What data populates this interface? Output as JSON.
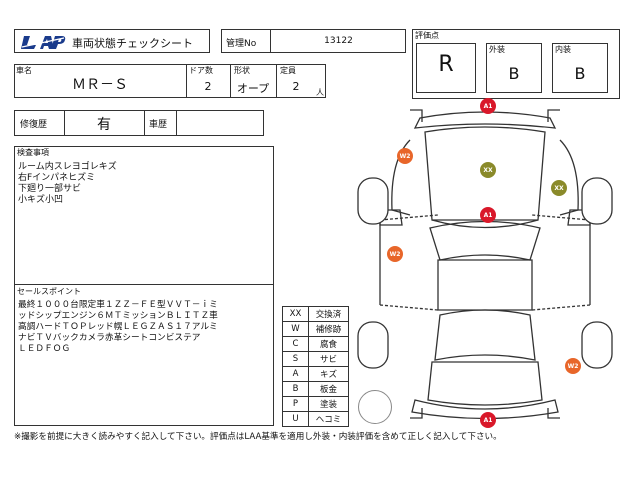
{
  "header": {
    "logo_text": "LAA",
    "sheet_title": "車両状態チェックシート",
    "management_label": "管理No",
    "management_no": "13122"
  },
  "grade": {
    "overall_label": "評価点",
    "overall_value": "R",
    "exterior_label": "外装",
    "exterior_value": "B",
    "interior_label": "内装",
    "interior_value": "B"
  },
  "vehicle": {
    "name_label": "車名",
    "name_value": "ＭＲ－Ｓ",
    "doors_label": "ドア数",
    "doors_value": "2",
    "shape_label": "形状",
    "shape_value": "オープ",
    "capacity_label": "定員",
    "capacity_value": "2",
    "capacity_unit": "人"
  },
  "history": {
    "repair_label": "修復歴",
    "repair_value": "有",
    "registration_label": "車歴",
    "registration_value": ""
  },
  "inspection": {
    "label": "検査事項",
    "lines": [
      "ルーム内スレヨゴレキズ",
      "右Fインパネヒズミ",
      "下廻り一部サビ",
      "小キズ小凹"
    ]
  },
  "sales_points": {
    "label": "セールスポイント",
    "lines": [
      "最終１０００台限定車１ＺＺ－ＦＥ型ＶＶＴ－ｉミ",
      "ッドシップエンジン６ＭＴミッションＢＬＩＴＺ車",
      "高調ハードＴＯＰレッド幌ＬＥＧＺＡＳ１７アルミ",
      "ナビＴＶバックカメラ赤革シートコンビステア",
      "ＬＥＤＦＯＧ"
    ]
  },
  "legend": [
    {
      "code": "XX",
      "meaning": "交換済"
    },
    {
      "code": "W",
      "meaning": "補修跡"
    },
    {
      "code": "C",
      "meaning": "腐食"
    },
    {
      "code": "S",
      "meaning": "サビ"
    },
    {
      "code": "A",
      "meaning": "キズ"
    },
    {
      "code": "B",
      "meaning": "板金"
    },
    {
      "code": "P",
      "meaning": "塗装"
    },
    {
      "code": "U",
      "meaning": "ヘコミ"
    }
  ],
  "diagram_markers": [
    {
      "label": "A1",
      "kind": "a1"
    },
    {
      "label": "W2",
      "kind": "w2"
    },
    {
      "label": "XX",
      "kind": "xx"
    },
    {
      "label": "XX",
      "kind": "xx"
    },
    {
      "label": "A1",
      "kind": "a1"
    },
    {
      "label": "W2",
      "kind": "w2"
    },
    {
      "label": "W2",
      "kind": "w2"
    },
    {
      "label": "A1",
      "kind": "a1"
    }
  ],
  "footer_note": "※撮影を前提に大きく読みやすく記入して下さい。評価点はLAA基準を適用し外装・内装評価を含めて正しく記入して下さい。",
  "colors": {
    "a1": "#d9182a",
    "w2": "#e8662a",
    "xx": "#8a8a2a"
  }
}
